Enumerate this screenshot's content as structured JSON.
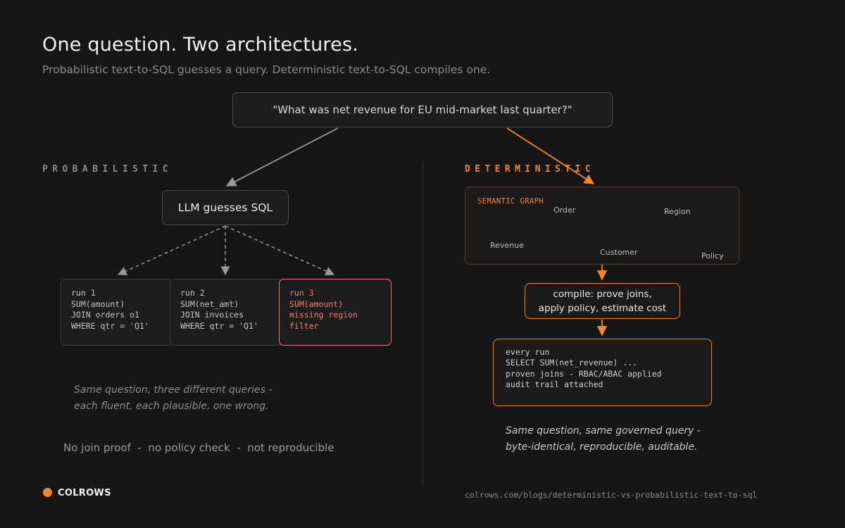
{
  "header": {
    "title": "One question. Two architectures.",
    "subtitle": "Probabilistic text-to-SQL guesses a query. Deterministic text-to-SQL compiles one."
  },
  "question": "\"What was net revenue for EU mid-market last quarter?\"",
  "probabilistic": {
    "label": "PROBABILISTIC",
    "llm_box": "LLM guesses SQL",
    "runs": [
      {
        "lines": [
          "run 1",
          "SUM(amount)",
          "JOIN orders o1",
          "WHERE qtr = 'Q1'"
        ]
      },
      {
        "lines": [
          "run 2",
          "SUM(net_amt)",
          "JOIN invoices",
          "WHERE qtr = 'Q1'"
        ]
      },
      {
        "lines": [
          "run 3",
          "SUM(amount)",
          "missing region",
          "filter"
        ]
      }
    ],
    "caption": [
      "Same question, three different queries -",
      "each fluent, each plausible, one wrong."
    ],
    "footer": "No join proof  -  no policy check  -  not reproducible"
  },
  "deterministic": {
    "label": "DETERMINISTIC",
    "graph_label": "SEMANTIC GRAPH",
    "nodes": [
      "Revenue",
      "Order",
      "Customer",
      "Region",
      "Policy"
    ],
    "compile": [
      "compile: prove joins,",
      "apply policy, estimate cost"
    ],
    "every_run": [
      "every run",
      "SELECT SUM(net_revenue) ...",
      "proven joins - RBAC/ABAC applied",
      "audit trail attached"
    ],
    "caption": [
      "Same question, same governed query -",
      "byte-identical, reproducible, auditable."
    ]
  },
  "footer": {
    "brand": "COLROWS",
    "url": "colrows.com/blogs/deterministic-vs-probabilistic-text-to-sql"
  },
  "colors": {
    "background": "#161616",
    "accent": "#f0882a",
    "error": "#e8836a",
    "muted": "#8a8a8a"
  },
  "icons": {
    "check": "checkmark-icon",
    "brand": "orange-dot-logo"
  }
}
